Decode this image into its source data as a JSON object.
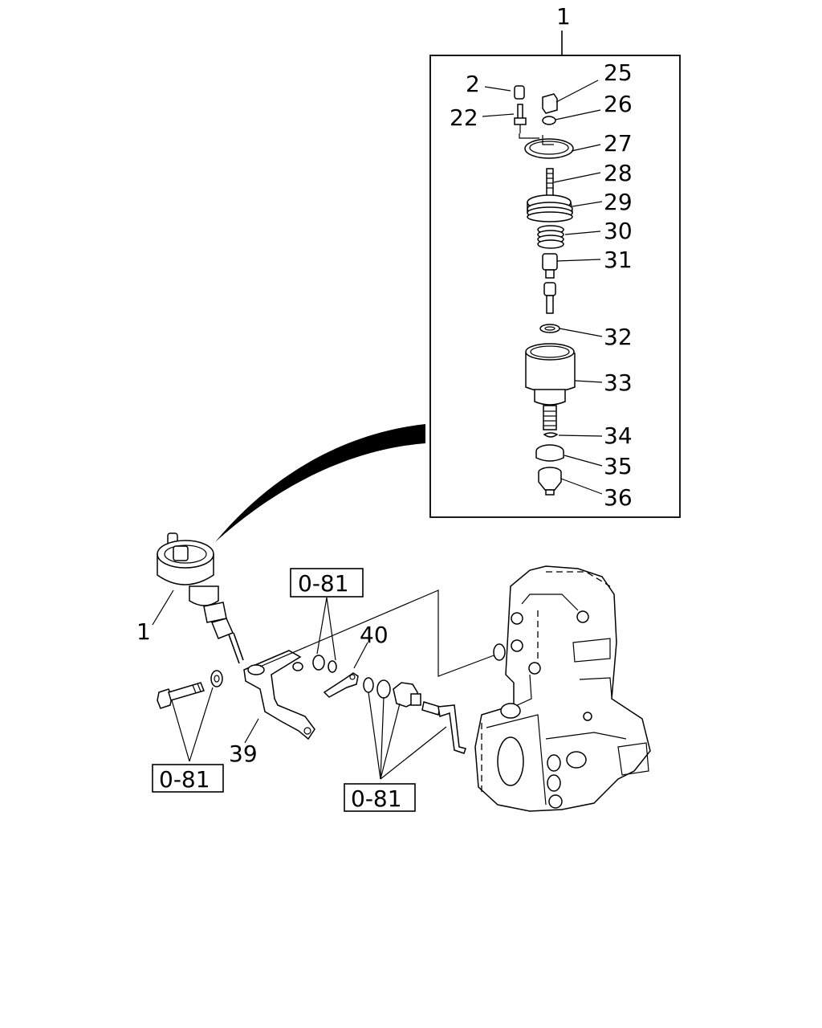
{
  "callouts": {
    "assembly": "1",
    "assembly_main": "1",
    "p2": "2",
    "p22": "22",
    "p25": "25",
    "p26": "26",
    "p27": "27",
    "p28": "28",
    "p29": "29",
    "p30": "30",
    "p31": "31",
    "p32": "32",
    "p33": "33",
    "p34": "34",
    "p35": "35",
    "p36": "36",
    "p39": "39",
    "p40": "40"
  },
  "references": {
    "ref_top": "0-81",
    "ref_left": "0-81",
    "ref_bottom": "0-81"
  }
}
